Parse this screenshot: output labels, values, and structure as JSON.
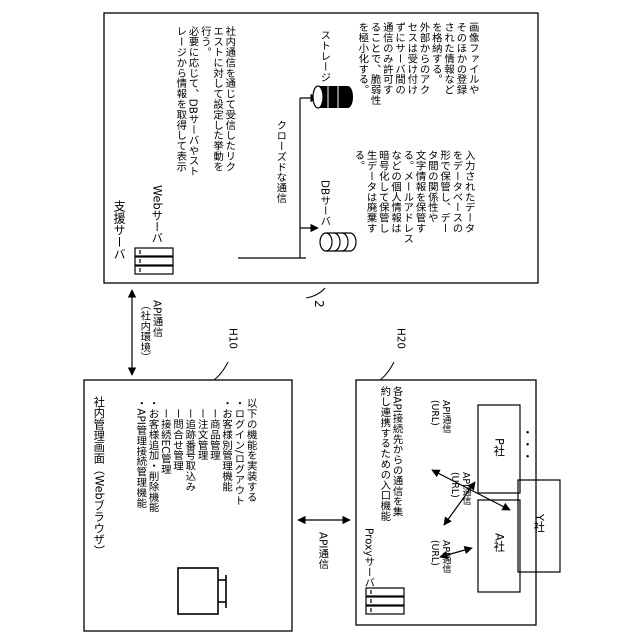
{
  "support_server": {
    "title": "支援サーバ",
    "web_server": {
      "label": "Webサーバ",
      "desc": [
        "社内通信を通じて受信したリク",
        "エストに対して設定した挙動を",
        "行う。",
        "必要に応じて、DBサーバやスト",
        "レージから情報を取得して表示"
      ]
    },
    "closed_comm": "クローズドな通信",
    "storage": {
      "label": "ストレージ",
      "desc": [
        "画像ファイルや",
        "そのほかの登録",
        "された情報など",
        "を格納する。",
        "外部からのアク",
        "セスは受け付け",
        "ずにサーバ間の",
        "通信のみ許可す",
        "ることで、脆弱性",
        "を極小化する。"
      ]
    },
    "db_server": {
      "label": "DBサーバ",
      "desc": [
        "入力されたデータ",
        "をデータベースの",
        "形で保管し、デー",
        "タ間の関係性や",
        "文字情報を保管す",
        "る。メールアドレス",
        "などの個人情報は",
        "暗号化して保管し",
        "生データは廃棄す",
        "る。"
      ]
    },
    "ref": "2"
  },
  "api_link_top": {
    "label": [
      "API通信",
      "（社内環境）"
    ]
  },
  "admin_screen": {
    "title": "社内管理画面（Webブラウザ）",
    "ref": "H10",
    "lines": [
      "以下の機能を実装する",
      "・ログイン/ログアウト",
      "・お客様別管理機能",
      "　ー商品管理",
      "　ー注文管理",
      "　ー追跡番号取込み",
      "　ー問合せ管理",
      "　ー接続EC管理",
      "・お客様追加・削除機能",
      "・API管理接続管理機能"
    ]
  },
  "api_link_mid": {
    "label": "API通信"
  },
  "proxy": {
    "label": "Proxyサーバ",
    "ref": "H20",
    "desc": [
      "各API接続先からの通信を集",
      "約し連携するための入口機能"
    ]
  },
  "endpoints": {
    "a": {
      "name": "A社",
      "api": [
        "API通信",
        "(URL)"
      ]
    },
    "p": {
      "name": "P社",
      "api": [
        "API通信",
        "(URL)"
      ]
    },
    "y": {
      "name": "Y社",
      "api": [
        "API通信",
        "(URL)"
      ]
    },
    "more": "・・・"
  }
}
